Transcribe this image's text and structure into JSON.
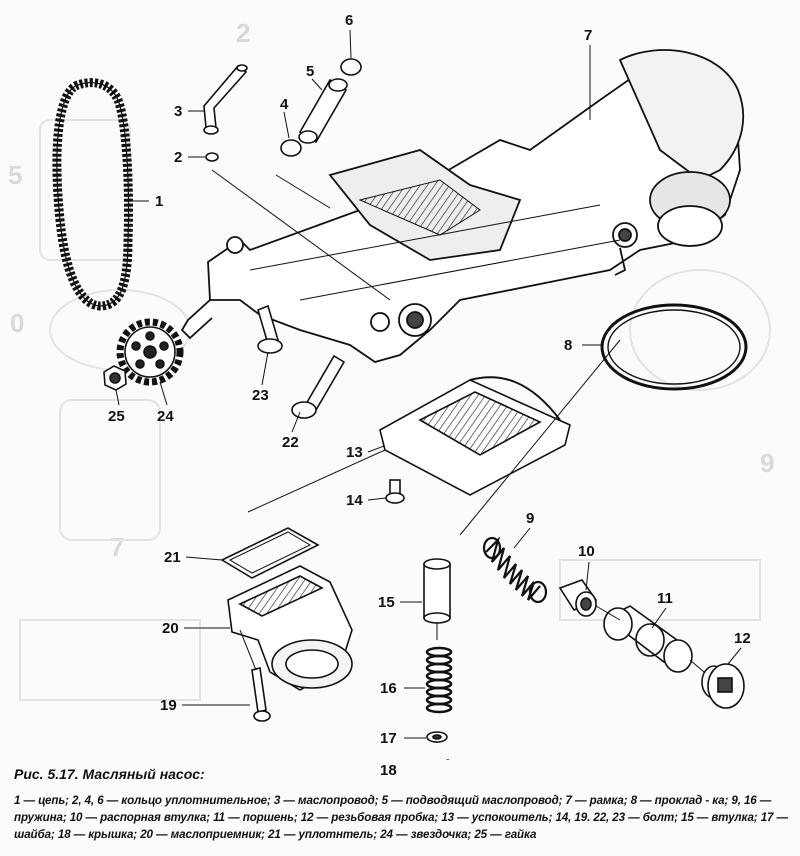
{
  "figure": {
    "title": "Рис. 5.17. Масляный насос:",
    "legend": "1 — цепь; 2, 4, 6 — кольцо уплотнительное; 3 — маслопровод; 5 — подводящий маслопровод; 7 — рамка; 8 — проклад - ка; 9, 16 — пружина; 10 — распорная втулка; 11 — поршень; 12 — резьбовая пробка; 13 — успокоитель; 14, 19. 22, 23 — болт; 15 — втулка; 17 — шайба; 18 — крышка; 20 — маслоприемник; 21 — уплотнтель; 24 — звездочка; 25 — гайка"
  },
  "callouts": {
    "n1": "1",
    "n2": "2",
    "n3": "3",
    "n4": "4",
    "n5": "5",
    "n6": "6",
    "n7": "7",
    "n8": "8",
    "n9": "9",
    "n10": "10",
    "n11": "11",
    "n12": "12",
    "n13": "13",
    "n14": "14",
    "n15": "15",
    "n16": "16",
    "n17": "17",
    "n18": "18",
    "n19": "19",
    "n20": "20",
    "n21": "21",
    "n22": "22",
    "n23": "23",
    "n24": "24",
    "n25": "25"
  },
  "background_ghost": {
    "g1": "2",
    "g2": "5",
    "g3": "0",
    "g4": "7",
    "g5": "9"
  },
  "colors": {
    "ink": "#111111",
    "paper": "#fbfbfa",
    "shade": "#cfcfcf",
    "ghost": "#d9d9d9"
  }
}
